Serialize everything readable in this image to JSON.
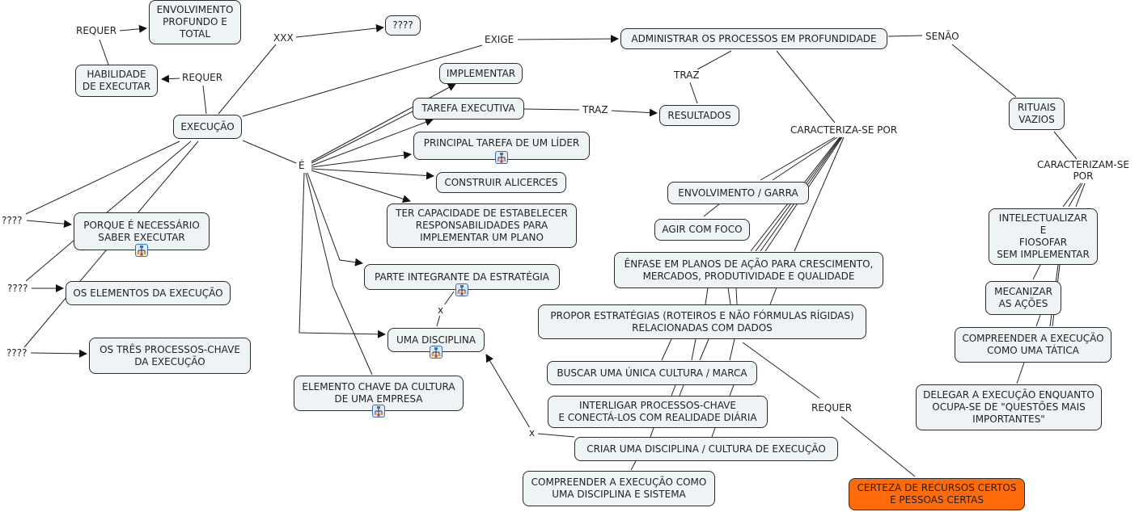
{
  "colors": {
    "node_fill": "#eef3f6",
    "node_border": "#2b2b2b",
    "highlight_fill": "#ff6a0a",
    "line": "#222222"
  },
  "nodes": {
    "envolvimento": "ENVOLVIMENTO\nPROFUNDO E\nTOTAL",
    "interrogacao_top": "????",
    "habilidade": "HABILIDADE\nDE EXECUTAR",
    "execucao": "EXECUÇÃO",
    "implementar": "IMPLEMENTAR",
    "tarefa_executiva": "TAREFA EXECUTIVA",
    "resultados": "RESULTADOS",
    "administrar": "ADMINISTRAR OS PROCESSOS EM PROFUNDIDADE",
    "rituais": "RITUAIS\nVAZIOS",
    "principal_tarefa": "PRINCIPAL TAREFA DE UM LÍDER",
    "construir_alicerces": "CONSTRUIR ALICERCES",
    "ter_capacidade": "TER CAPACIDADE DE ESTABELECER\nRESPONSABILIDADES PARA\nIMPLEMENTAR UM PLANO",
    "porque": "PORQUE É NECESSÁRIO\nSABER EXECUTAR",
    "elementos": "OS ELEMENTOS DA EXECUÇÃO",
    "tres_processos": "OS TRÊS PROCESSOS-CHAVE\nDA EXECUÇÃO",
    "parte_integrante": "PARTE INTEGRANTE DA ESTRATÉGIA",
    "uma_disciplina": "UMA DISCIPLINA",
    "elemento_chave": "ELEMENTO CHAVE DA CULTURA\nDE UMA EMPRESA",
    "envolvimento_garra": "ENVOLVIMENTO / GARRA",
    "agir_foco": "AGIR COM FOCO",
    "enfase": "ÊNFASE EM PLANOS DE AÇÃO PARA CRESCIMENTO,\nMERCADOS, PRODUTIVIDADE E QUALIDADE",
    "propor": "PROPOR ESTRATÉGIAS (ROTEIROS E NÃO FÓRMULAS RÍGIDAS)\nRELACIONADAS COM DADOS",
    "buscar": "BUSCAR UMA ÚNICA CULTURA / MARCA",
    "interligar": "INTERLIGAR PROCESSOS-CHAVE\nE CONECTÁ-LOS COM REALIDADE DIÁRIA",
    "criar": "CRIAR UMA DISCIPLINA / CULTURA DE EXECUÇÃO",
    "compreender_disciplina": "COMPREENDER A EXECUÇÃO COMO\nUMA DISCIPLINA E SISTEMA",
    "certeza": "CERTEZA DE RECURSOS CERTOS\nE PESSOAS CERTAS",
    "intelectualizar": "INTELECTUALIZAR\nE\nFIOSOFAR\nSEM IMPLEMENTAR",
    "mecanizar": "MECANIZAR\nAS AÇÕES",
    "compreender_tatica": "COMPREENDER A EXECUÇÃO\nCOMO UMA TÁTICA",
    "delegar": "DELEGAR A EXECUÇÃO ENQUANTO\nOCUPA-SE DE \"QUESTÕES MAIS\nIMPORTANTES\""
  },
  "links": {
    "requer_top": "REQUER",
    "requer_mid": "REQUER",
    "xxx": "XXX",
    "exige": "EXIGE",
    "senao": "SENÃO",
    "traz_top": "TRAZ",
    "traz_mid": "TRAZ",
    "e": "É",
    "caracteriza": "CARACTERIZA-SE POR",
    "caracterizam": "CARACTERIZAM-SE\nPOR",
    "q1": "????",
    "q2": "????",
    "q3": "????",
    "x_upper": "x",
    "x_lower": "x",
    "requer_bottom": "REQUER"
  },
  "icons": {
    "submap": "concept-map-submap-icon"
  }
}
